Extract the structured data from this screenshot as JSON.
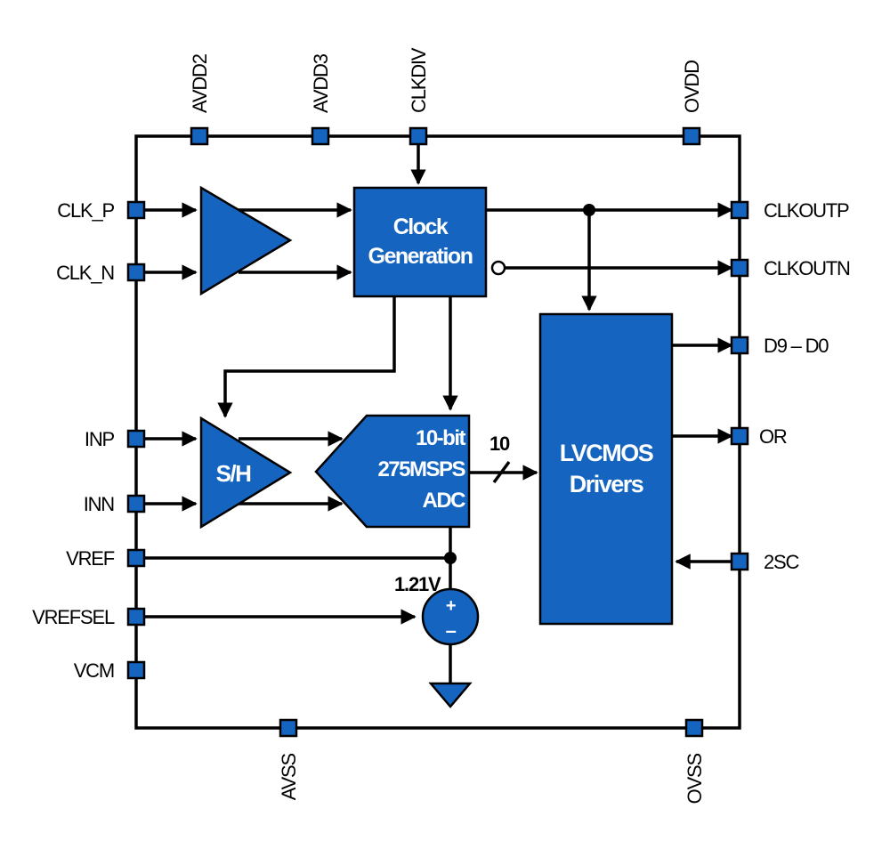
{
  "pins": {
    "top": {
      "avdd2": "AVDD2",
      "avdd3": "AVDD3",
      "clkdiv": "CLKDIV",
      "ovdd": "OVDD"
    },
    "bottom": {
      "avss": "AVSS",
      "ovss": "OVSS"
    },
    "left": {
      "clk_p": "CLK_P",
      "clk_n": "CLK_N",
      "inp": "INP",
      "inn": "INN",
      "vref": "VREF",
      "vrefsel": "VREFSEL",
      "vcm": "VCM"
    },
    "right": {
      "clkoutp": "CLKOUTP",
      "clkoutn": "CLKOUTN",
      "d9_d0": "D9 – D0",
      "or": "OR",
      "twosc": "2SC"
    }
  },
  "blocks": {
    "clock_gen": {
      "line1": "Clock",
      "line2": "Generation"
    },
    "sh": "S/H",
    "adc": {
      "line1": "10-bit",
      "line2": "275MSPS",
      "line3": "ADC"
    },
    "lvcmos": {
      "line1": "LVCMOS",
      "line2": "Drivers"
    },
    "source": {
      "plus": "+",
      "minus": "–"
    }
  },
  "annotations": {
    "bus_width": "10",
    "vref_voltage": "1.21V"
  },
  "colors": {
    "block": "#1565C0",
    "wire": "#000000"
  }
}
